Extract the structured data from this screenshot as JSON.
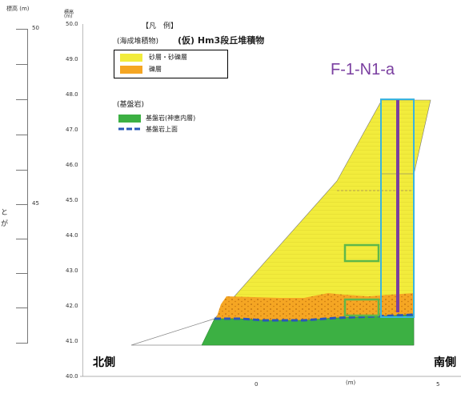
{
  "left_scale": {
    "title": "標高 (m)",
    "label_50": "50",
    "label_45": "45"
  },
  "main_axis": {
    "title_line1": "標高",
    "title_line2": "(m)",
    "ticks": [
      "50.0",
      "49.0",
      "48.0",
      "47.0",
      "46.0",
      "45.0",
      "44.0",
      "43.0",
      "42.0",
      "41.0",
      "40.0"
    ]
  },
  "legend": {
    "title": "【凡　例】",
    "marine_heading": "(海成堆積物)",
    "marine_name": "(仮) Hm3段丘堆積物",
    "items": [
      {
        "label": "砂層・砂礫層",
        "color": "#f2ec3c"
      },
      {
        "label": "礫層",
        "color": "#f5a623"
      }
    ],
    "bedrock_heading": "(基盤岩)",
    "bedrock_item": {
      "label": "基盤岩(神恵内層)",
      "color": "#3cb043"
    },
    "bedrock_line": {
      "label": "基盤岩上面",
      "color": "#2a58b8"
    }
  },
  "section_id": "F-1-N1-a",
  "north_label": "北側",
  "south_label": "南側",
  "x_axis": {
    "label_0": "0",
    "label_5": "5",
    "unit": "(m)"
  },
  "side_text": [
    "と",
    "が"
  ],
  "colors": {
    "sand": "#f2ec3c",
    "gravel": "#f5a623",
    "bedrock": "#3cb043",
    "contact": "#2a58b8",
    "boring": "#7a3fa0",
    "frame": "#3ab4e0",
    "sample": "#5fb84a"
  }
}
